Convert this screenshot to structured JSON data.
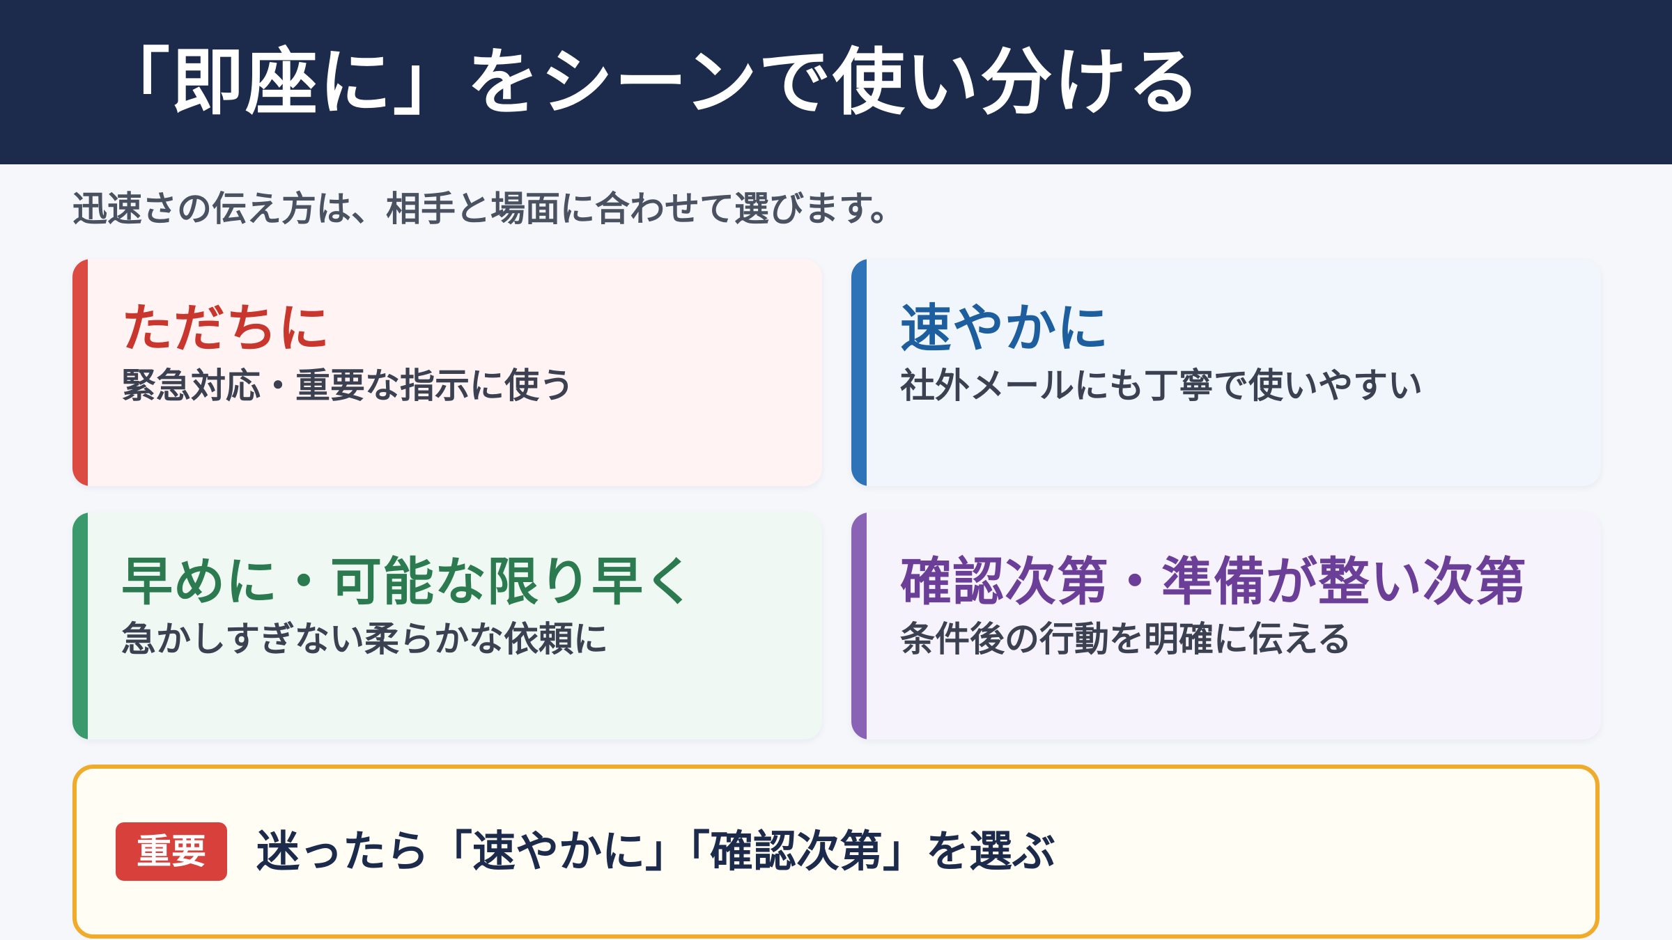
{
  "header": {
    "title": "「即座に」をシーンで使い分ける"
  },
  "subtitle": "迅速さの伝え方は、相手と場面に合わせて選びます。",
  "cards": [
    {
      "title": "ただちに",
      "description": "緊急対応・重要な指示に使う",
      "accent_color": "#dc4b41"
    },
    {
      "title": "速やかに",
      "description": "社外メールにも丁寧で使いやすい",
      "accent_color": "#2e72b8"
    },
    {
      "title": "早めに・可能な限り早く",
      "description": "急かしすぎない柔らかな依頼に",
      "accent_color": "#3a9a6b"
    },
    {
      "title": "確認次第・準備が整い次第",
      "description": "条件後の行動を明確に伝える",
      "accent_color": "#8a62b6"
    }
  ],
  "callout": {
    "badge": "重要",
    "text": "迷ったら「速やかに」「確認次第」を選ぶ",
    "border_color": "#f0ab2a"
  },
  "colors": {
    "header_bg": "#1c2b4b",
    "badge_bg": "#d8413b"
  }
}
